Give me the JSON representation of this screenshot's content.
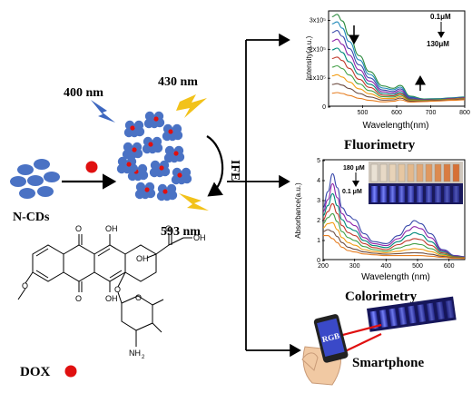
{
  "labels": {
    "ex_400": "400 nm",
    "em_430": "430 nm",
    "em_593": "593 nm",
    "ife": "IFE",
    "ncds": "N-CDs",
    "dox": "DOX",
    "fluorimetry": "Fluorimetry",
    "colorimetry": "Colorimetry",
    "smartphone": "Smartphone",
    "rgb": "RGB"
  },
  "dox_structure": {
    "atoms": [
      "O",
      "OH",
      "O",
      "OH",
      "OH",
      "O",
      "O",
      "OH",
      "O",
      "O",
      "NH",
      "2"
    ]
  },
  "fluor_chart": {
    "xlabel": "Wavelength(nm)",
    "ylabel": "Intensity(a.u.)",
    "x_ticks": [
      "500",
      "600",
      "700",
      "800"
    ],
    "y_ticks": [
      "3x10⁵",
      "2x10⁵",
      "1x10⁵",
      "0"
    ],
    "conc_top": "0.1μM",
    "conc_bottom": "130μM"
  },
  "abs_chart": {
    "xlabel": "Wavelength (nm)",
    "ylabel": "Absorbance(a.u.)",
    "x_ticks": [
      "200",
      "300",
      "400",
      "500",
      "600"
    ],
    "y_ticks": [
      "5",
      "4",
      "3",
      "2",
      "1",
      "0"
    ],
    "conc_top": "180 μM",
    "conc_bottom": "0.1 μM"
  },
  "colors": {
    "dot_blue": "#4a72c4",
    "dox_red": "#e01010",
    "bolt_yellow": "#f2c21a",
    "bolt_blue": "#3e68c0",
    "arrow": "#000000"
  },
  "chart_data": [
    {
      "type": "line",
      "xlabel": "Wavelength(nm)",
      "ylabel": "Intensity(a.u.)",
      "xlim": [
        400,
        800
      ],
      "ylim": [
        0,
        330000
      ],
      "series": [
        {
          "x": [
            410,
            425,
            440,
            460,
            490,
            520,
            560,
            590,
            610,
            640,
            680,
            720,
            760,
            800
          ],
          "y": [
            310000,
            318000,
            295000,
            245000,
            175000,
            120000,
            70000,
            62000,
            72000,
            35000,
            25000,
            26000,
            29000,
            32000
          ]
        },
        {
          "x": [
            410,
            425,
            440,
            460,
            490,
            520,
            560,
            590,
            610,
            640,
            680,
            720,
            760,
            800
          ],
          "y": [
            285000,
            292000,
            270000,
            224000,
            160000,
            110000,
            63000,
            57000,
            66000,
            32000,
            24000,
            25000,
            28000,
            31000
          ]
        },
        {
          "x": [
            410,
            425,
            440,
            460,
            490,
            520,
            560,
            590,
            610,
            640,
            680,
            720,
            760,
            800
          ],
          "y": [
            255000,
            262000,
            242000,
            200000,
            143000,
            98000,
            56000,
            51000,
            60000,
            30000,
            23000,
            24000,
            27000,
            30000
          ]
        },
        {
          "x": [
            410,
            425,
            440,
            460,
            490,
            520,
            560,
            590,
            610,
            640,
            680,
            720,
            760,
            800
          ],
          "y": [
            225000,
            232000,
            214000,
            177000,
            126000,
            87000,
            50000,
            46000,
            54000,
            27000,
            22000,
            23000,
            26000,
            29000
          ]
        },
        {
          "x": [
            410,
            425,
            440,
            460,
            490,
            520,
            560,
            590,
            610,
            640,
            680,
            720,
            760,
            800
          ],
          "y": [
            195000,
            201000,
            186000,
            154000,
            110000,
            76000,
            44000,
            41000,
            48000,
            25000,
            21000,
            23000,
            25000,
            28000
          ]
        },
        {
          "x": [
            410,
            425,
            440,
            460,
            490,
            520,
            560,
            590,
            610,
            640,
            680,
            720,
            760,
            800
          ],
          "y": [
            165000,
            170000,
            158000,
            131000,
            93000,
            65000,
            38000,
            36000,
            43000,
            23000,
            21000,
            22000,
            25000,
            28000
          ]
        },
        {
          "x": [
            410,
            425,
            440,
            460,
            490,
            520,
            560,
            590,
            610,
            640,
            680,
            720,
            760,
            800
          ],
          "y": [
            135000,
            140000,
            130000,
            108000,
            77000,
            54000,
            33000,
            32000,
            38000,
            21000,
            20000,
            22000,
            24000,
            27000
          ]
        },
        {
          "x": [
            410,
            425,
            440,
            460,
            490,
            520,
            560,
            590,
            610,
            640,
            680,
            720,
            760,
            800
          ],
          "y": [
            105000,
            109000,
            101000,
            84000,
            60000,
            43000,
            27000,
            27000,
            33000,
            19000,
            19000,
            21000,
            23000,
            26000
          ]
        },
        {
          "x": [
            410,
            425,
            440,
            460,
            490,
            520,
            560,
            590,
            610,
            640,
            680,
            720,
            760,
            800
          ],
          "y": [
            75000,
            78000,
            73000,
            61000,
            44000,
            32000,
            21000,
            22000,
            28000,
            17000,
            18000,
            20000,
            22000,
            25000
          ]
        },
        {
          "x": [
            410,
            425,
            440,
            460,
            490,
            520,
            560,
            590,
            610,
            640,
            680,
            720,
            760,
            800
          ],
          "y": [
            45000,
            47000,
            44000,
            37000,
            27000,
            20000,
            15000,
            17000,
            22000,
            14000,
            16000,
            18000,
            20000,
            22000
          ]
        }
      ],
      "annotations": [
        "0.1μM",
        "130μM"
      ]
    },
    {
      "type": "line",
      "xlabel": "Wavelength (nm)",
      "ylabel": "Absorbance(a.u.)",
      "xlim": [
        200,
        650
      ],
      "ylim": [
        0,
        5
      ],
      "series": [
        {
          "x": [
            200,
            215,
            230,
            245,
            260,
            280,
            300,
            330,
            360,
            400,
            440,
            470,
            490,
            510,
            540,
            580,
            620,
            650
          ],
          "y": [
            2.6,
            3.4,
            4.3,
            3.6,
            2.6,
            2.2,
            2.0,
            1.3,
            0.9,
            0.8,
            1.2,
            1.7,
            1.95,
            1.8,
            1.3,
            0.5,
            0.2,
            0.15
          ]
        },
        {
          "x": [
            200,
            215,
            230,
            245,
            260,
            280,
            300,
            330,
            360,
            400,
            440,
            470,
            490,
            510,
            540,
            580,
            620,
            650
          ],
          "y": [
            2.4,
            3.0,
            3.8,
            3.1,
            2.3,
            1.9,
            1.7,
            1.1,
            0.8,
            0.7,
            1.05,
            1.45,
            1.65,
            1.55,
            1.1,
            0.45,
            0.18,
            0.13
          ]
        },
        {
          "x": [
            200,
            215,
            230,
            245,
            260,
            280,
            300,
            330,
            360,
            400,
            440,
            470,
            490,
            510,
            540,
            580,
            620,
            650
          ],
          "y": [
            2.2,
            2.7,
            3.3,
            2.7,
            2.0,
            1.6,
            1.45,
            0.95,
            0.7,
            0.6,
            0.9,
            1.2,
            1.35,
            1.25,
            0.9,
            0.4,
            0.16,
            0.12
          ]
        },
        {
          "x": [
            200,
            215,
            230,
            245,
            260,
            280,
            300,
            330,
            360,
            400,
            440,
            470,
            490,
            510,
            540,
            580,
            620,
            650
          ],
          "y": [
            2.0,
            2.4,
            2.8,
            2.3,
            1.7,
            1.35,
            1.2,
            0.8,
            0.6,
            0.5,
            0.75,
            0.95,
            1.05,
            1.0,
            0.72,
            0.33,
            0.14,
            0.11
          ]
        },
        {
          "x": [
            200,
            215,
            230,
            245,
            260,
            280,
            300,
            330,
            360,
            400,
            440,
            470,
            490,
            510,
            540,
            580,
            620,
            650
          ],
          "y": [
            1.8,
            2.1,
            2.3,
            1.9,
            1.4,
            1.1,
            0.95,
            0.65,
            0.5,
            0.42,
            0.58,
            0.72,
            0.8,
            0.75,
            0.55,
            0.27,
            0.12,
            0.1
          ]
        },
        {
          "x": [
            200,
            215,
            230,
            245,
            260,
            280,
            300,
            330,
            360,
            400,
            440,
            470,
            490,
            510,
            540,
            580,
            620,
            650
          ],
          "y": [
            1.6,
            1.8,
            1.85,
            1.5,
            1.1,
            0.85,
            0.72,
            0.5,
            0.4,
            0.34,
            0.42,
            0.5,
            0.55,
            0.52,
            0.4,
            0.21,
            0.1,
            0.09
          ]
        },
        {
          "x": [
            200,
            215,
            230,
            245,
            260,
            280,
            300,
            330,
            360,
            400,
            440,
            470,
            490,
            510,
            540,
            580,
            620,
            650
          ],
          "y": [
            1.4,
            1.5,
            1.4,
            1.15,
            0.85,
            0.62,
            0.52,
            0.38,
            0.32,
            0.27,
            0.3,
            0.33,
            0.34,
            0.33,
            0.27,
            0.16,
            0.09,
            0.08
          ]
        },
        {
          "x": [
            200,
            215,
            230,
            245,
            260,
            280,
            300,
            330,
            360,
            400,
            440,
            470,
            490,
            510,
            540,
            580,
            620,
            650
          ],
          "y": [
            1.2,
            1.2,
            1.05,
            0.85,
            0.62,
            0.45,
            0.38,
            0.28,
            0.24,
            0.2,
            0.2,
            0.2,
            0.2,
            0.2,
            0.17,
            0.11,
            0.07,
            0.06
          ]
        }
      ],
      "annotations": [
        "180 μM",
        "0.1 μM"
      ]
    }
  ]
}
